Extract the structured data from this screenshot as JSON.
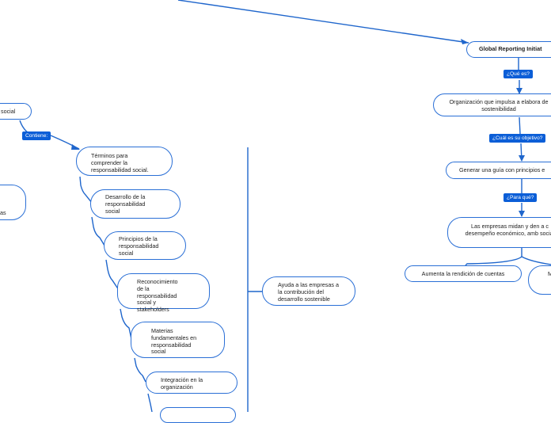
{
  "colors": {
    "line": "#1f66cc",
    "tag_bg": "#0b5ed7",
    "node_border": "#2a6fd6"
  },
  "left_branch": {
    "partial_node": "social",
    "partial_node_2": "as",
    "tag_contiene": "Contiene:",
    "terminos": "Términos para comprender la responsabilidad social.",
    "desarrollo": "Desarrollo de la responsabilidad social",
    "principios": "Principios de la responsabilidad social",
    "reconocimiento": "Reconocimiento de la responsabilidad social y stakeholders",
    "materias": "Materias fundamentales en responsabilidad social",
    "integracion": "Integración en la organización",
    "ayuda": "Ayuda a las empresas a la contribución del desarrollo sostenible"
  },
  "right_branch": {
    "gri": "Global Reporting Initiat",
    "tag_que_es": "¿Qué es?",
    "organizacion": "Organización que impulsa a elabora de sostenibilidad",
    "tag_objetivo": "¿Cuál es su objetivo?",
    "generar": "Generar una guía con principios e",
    "tag_para_que": "¿Para qué?",
    "empresas": "Las empresas midan y den a c desempeño económico, amb social",
    "aumenta": "Aumenta la rendición de cuentas",
    "partial_m": "M"
  }
}
